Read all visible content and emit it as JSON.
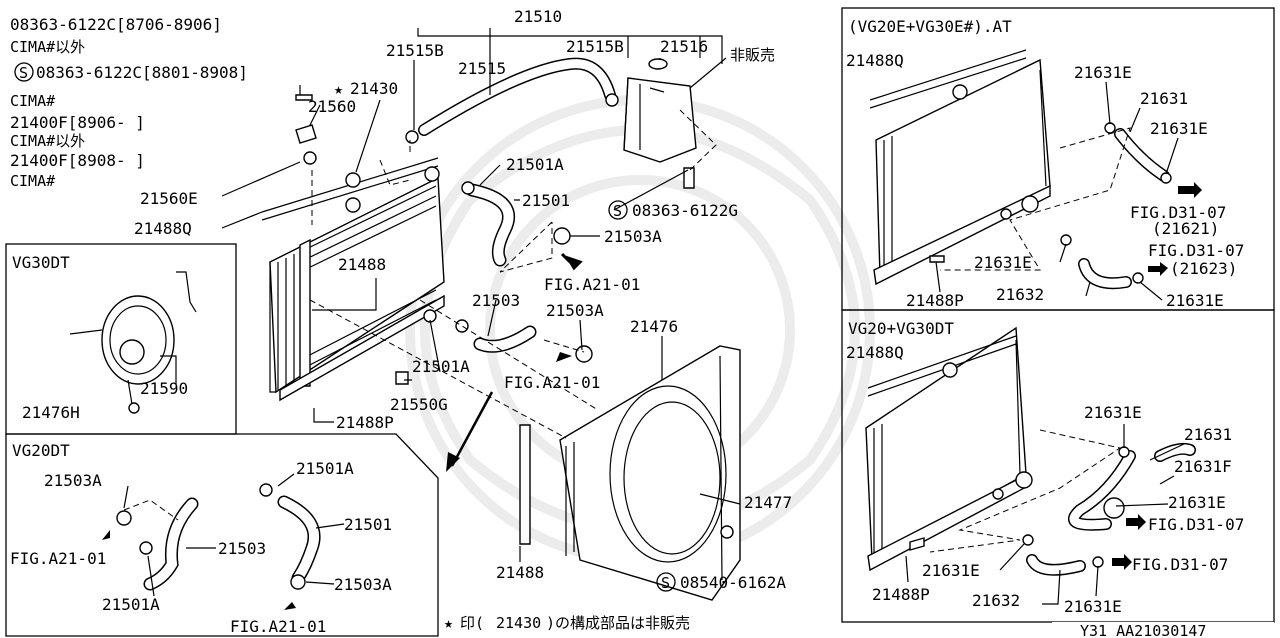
{
  "notes": {
    "n1": "08363-6122C[8706-8906]",
    "n2": "CIMA#以外",
    "n3": "08363-6122C[8801-8908]",
    "n4": "CIMA#",
    "n5": "21400F[8906- ]",
    "n6": "CIMA#以外",
    "n7": "21400F[8908- ]",
    "n8": "CIMA#",
    "footnote_code": "21430",
    "footnote_pre": "印(",
    "footnote_post": ")の構成部品は非販売",
    "not_for_sale": "非販売",
    "corner_id": "Y31   AA21030147"
  },
  "main": {
    "p21510": "21510",
    "p21515B_a": "21515B",
    "p21515B_b": "21515B",
    "p21515": "21515",
    "p21516": "21516",
    "p21430": "21430",
    "p21560": "21560",
    "p21560E": "21560E",
    "p21488Q": "21488Q",
    "p21501A": "21501A",
    "p21501": "21501",
    "s08363": "08363-6122G",
    "p21503A": "21503A",
    "figA21": "FIG.A21-01",
    "p21488": "21488",
    "p21503": "21503",
    "p21503A_b": "21503A",
    "p21476": "21476",
    "p21501A_b": "21501A",
    "figA21_b": "FIG.A21-01",
    "p21550G": "21550G",
    "p21488P": "21488P",
    "p21477": "21477",
    "p21488_b": "21488",
    "s08540": "08540-6162A"
  },
  "vg30dt": {
    "title": "VG30DT",
    "p21590": "21590",
    "p21476H": "21476H"
  },
  "vg20dt": {
    "title": "VG20DT",
    "p21503A": "21503A",
    "figA21": "FIG.A21-01",
    "p21503": "21503",
    "p21501A": "21501A",
    "p21501A_b": "21501A",
    "p21501": "21501",
    "p21503A_b": "21503A",
    "figA21_b": "FIG.A21-01"
  },
  "at": {
    "title": "(VG20E+VG30E#).AT",
    "p21488Q": "21488Q",
    "p21631E": "21631E",
    "p21631": "21631",
    "p21631E_b": "21631E",
    "figD31": "FIG.D31-07",
    "ref21621": "(21621)",
    "figD31_b": "FIG.D31-07",
    "ref21623": "(21623)",
    "p21631E_c": "21631E",
    "p21632": "21632",
    "p21631E_d": "21631E",
    "p21488P": "21488P"
  },
  "vg20": {
    "title": "VG20+VG30DT",
    "p21488Q": "21488Q",
    "p21631E": "21631E",
    "p21631": "21631",
    "p21631F": "21631F",
    "p21631E_b": "21631E",
    "figD31": "FIG.D31-07",
    "p21631E_c": "21631E",
    "figD31_b": "FIG.D31-07",
    "p21488P": "21488P",
    "p21632": "21632",
    "p21631E_d": "21631E"
  }
}
